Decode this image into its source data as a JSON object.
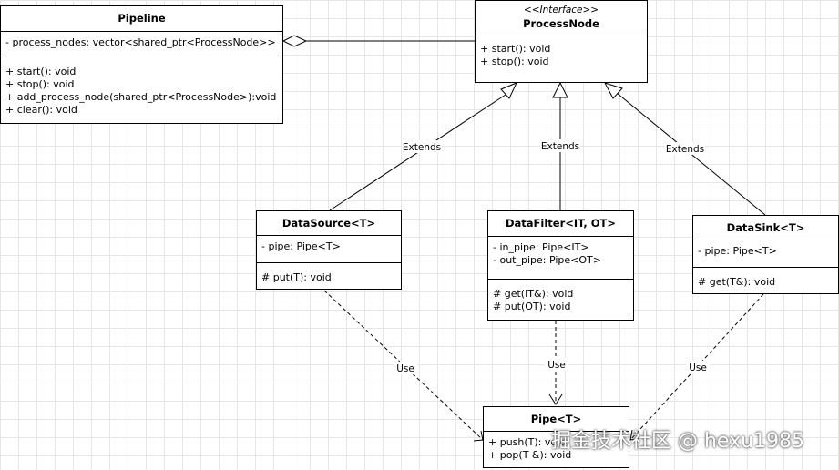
{
  "classes": {
    "pipeline": {
      "name": "Pipeline",
      "attributes": [
        "- process_nodes: vector<shared_ptr<ProcessNode>>"
      ],
      "methods": [
        "+ start(): void",
        "+ stop(): void",
        "+ add_process_node(shared_ptr<ProcessNode>):void",
        "+ clear(): void"
      ]
    },
    "process_node": {
      "stereotype": "<<Interface>>",
      "name": "ProcessNode",
      "methods": [
        "+ start(): void",
        "+ stop(): void"
      ]
    },
    "data_source": {
      "name": "DataSource<T>",
      "attributes": [
        "- pipe: Pipe<T>"
      ],
      "methods": [
        "# put(T): void"
      ]
    },
    "data_filter": {
      "name": "DataFilter<IT, OT>",
      "attributes": [
        "- in_pipe: Pipe<IT>",
        "- out_pipe: Pipe<OT>"
      ],
      "methods": [
        "# get(IT&): void",
        "# put(OT): void"
      ]
    },
    "data_sink": {
      "name": "DataSink<T>",
      "attributes": [
        "- pipe: Pipe<T>"
      ],
      "methods": [
        "# get(T&): void"
      ]
    },
    "pipe": {
      "name": "Pipe<T>",
      "methods": [
        "+ push(T): void",
        "+ pop(T &): void"
      ]
    }
  },
  "relations": {
    "extends_label": "Extends",
    "use_label": "Use"
  },
  "watermark": "掘金技术社区 @ hexu1985",
  "colors": {
    "line": "#000000",
    "grid": "#e6e6e6",
    "background": "#ffffff"
  }
}
